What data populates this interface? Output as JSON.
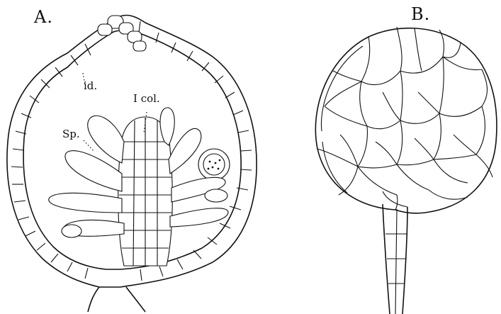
{
  "figure": {
    "panel_a_label": "A.",
    "panel_b_label": "B.",
    "labels": {
      "id": "id.",
      "col": "I col.",
      "sp": "Sp."
    },
    "colors": {
      "ink": "#111111",
      "paper": "#ffffff"
    }
  }
}
